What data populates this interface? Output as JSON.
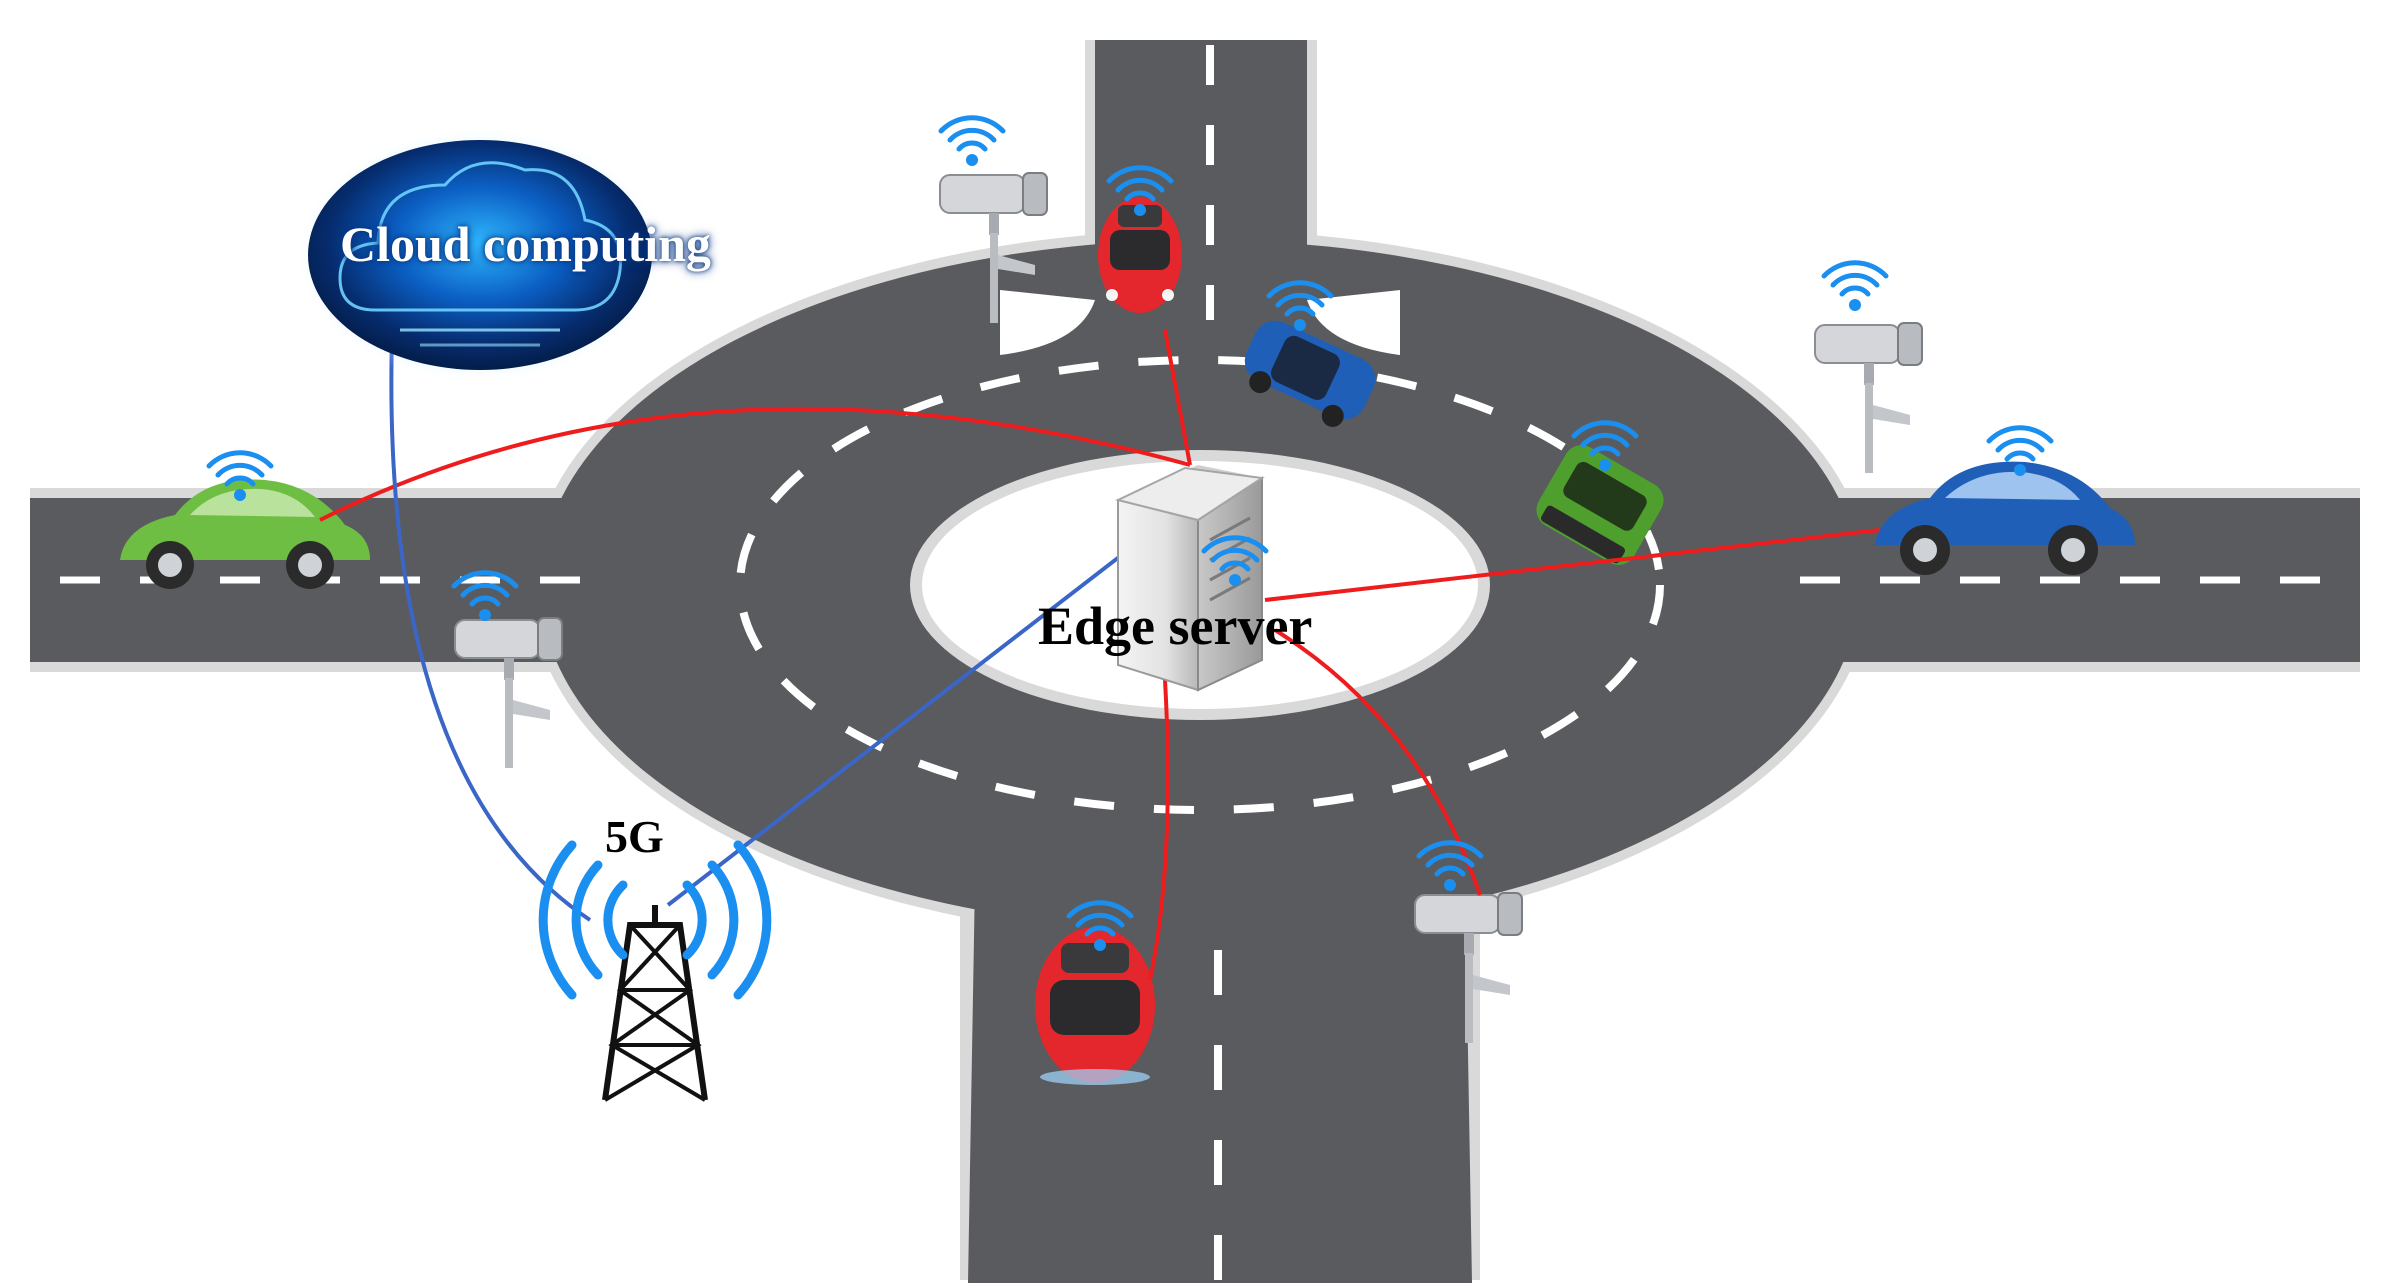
{
  "labels": {
    "cloud": "Cloud computing",
    "edge_server": "Edge server",
    "tower": "5G"
  },
  "colors": {
    "road": "#5a5b5e",
    "lane_marking": "#ffffff",
    "curb": "#d9d9d9",
    "link_vehicle": "#ee1c1c",
    "link_backhaul": "#3a66c8",
    "wifi": "#1a8ff0",
    "cloud_glow": "#1c8fe8",
    "car_red": "#e3272c",
    "car_blue": "#1f5fb8",
    "car_green": "#5fb23a"
  },
  "icons": [
    "cloud-icon",
    "server-icon",
    "cell-tower-icon",
    "car-icon",
    "camera-icon",
    "wifi-icon"
  ]
}
